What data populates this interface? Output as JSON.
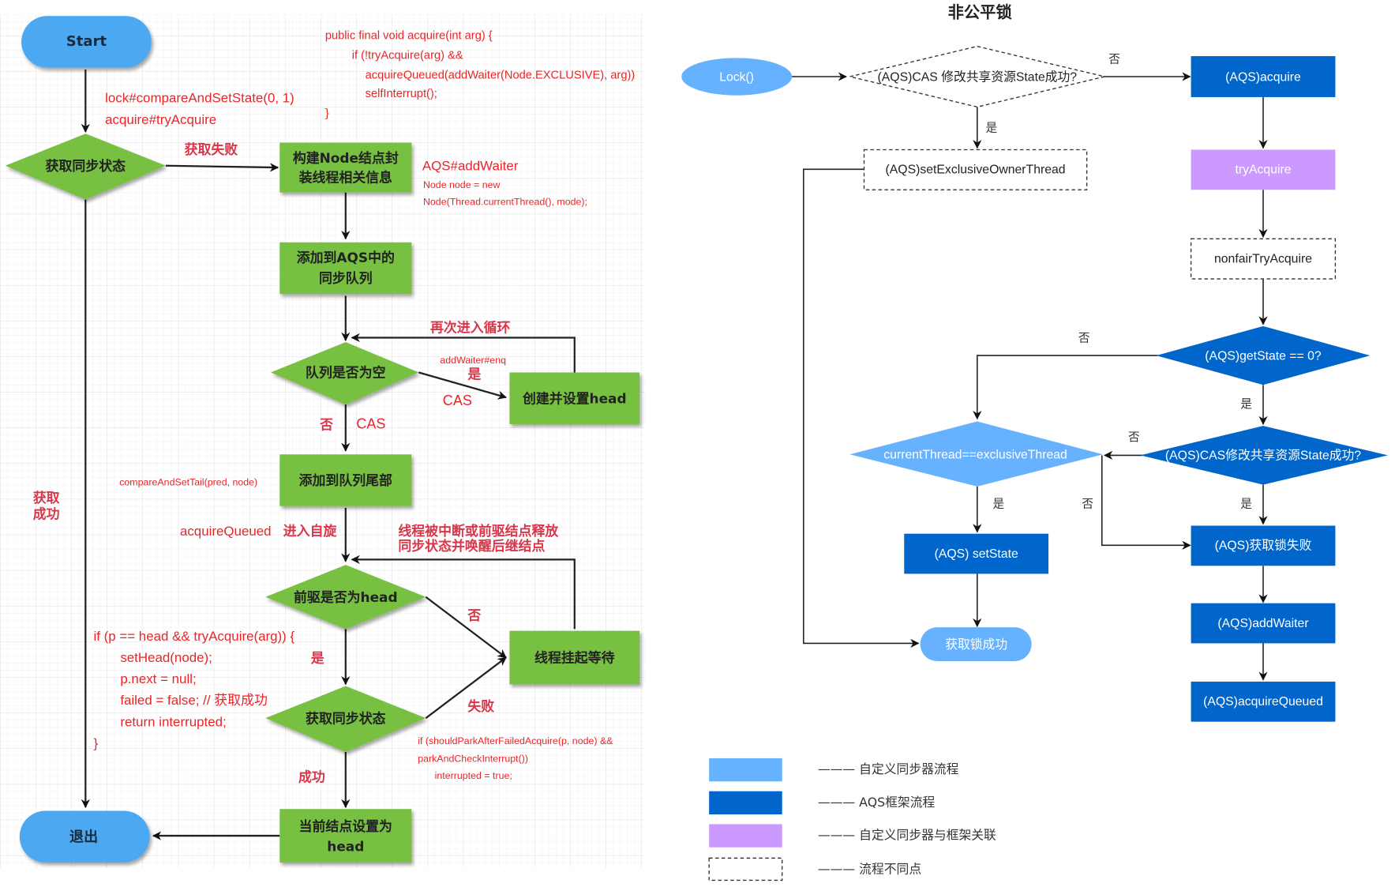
{
  "left_diagram": {
    "nodes": {
      "start": "Start",
      "get_sync_state_1": "获取同步状态",
      "build_node_line1": "构建Node结点封",
      "build_node_line2": "装线程相关信息",
      "add_to_queue_line1": "添加到AQS中的",
      "add_to_queue_line2": "同步队列",
      "queue_empty": "队列是否为空",
      "create_head": "创建并设置head",
      "add_to_tail": "添加到队列尾部",
      "pred_is_head": "前驱是否为head",
      "thread_park": "线程挂起等待",
      "get_sync_state_2": "获取同步状态",
      "set_head_line1": "当前结点设置为",
      "set_head_line2": "head",
      "exit": "退出"
    },
    "edge_labels": {
      "acquire_failed": "获取失败",
      "acquire_success_1": "获取",
      "acquire_success_2": "成功",
      "loop_again": "再次进入循环",
      "yes_1": "是",
      "cas_1": "CAS",
      "no_1": "否",
      "cas_2": "CAS",
      "spin": "进入自旋",
      "interrupt_line1": "线程被中断或前驱结点释放",
      "interrupt_line2": "同步状态并唤醒后继结点",
      "no_2": "否",
      "yes_2": "是",
      "fail": "失败",
      "success": "成功"
    },
    "notes": {
      "lock_cas": "lock#compareAndSetState(0, 1)",
      "acquire_try": "acquire#tryAcquire",
      "acquire_code": [
        "public final void acquire(int arg) {",
        "if (!tryAcquire(arg) &&",
        "acquireQueued(addWaiter(Node.EXCLUSIVE), arg))",
        "selfInterrupt();",
        "}"
      ],
      "add_waiter_title": "AQS#addWaiter",
      "add_waiter_code_1": "Node node = new",
      "add_waiter_code_2": "Node(Thread.currentThread(), mode);",
      "enq": "addWaiter#enq",
      "cas_tail": "compareAndSetTail(pred, node)",
      "acquire_queued": "acquireQueued",
      "loop_code": [
        "if (p == head && tryAcquire(arg)) {",
        "setHead(node);",
        "p.next = null;",
        "failed = false; // 获取成功",
        "return interrupted;",
        "}"
      ],
      "park_code": [
        "if (shouldParkAfterFailedAcquire(p, node) &&",
        "parkAndCheckInterrupt())",
        "interrupted = true;"
      ]
    }
  },
  "right_diagram": {
    "title": "非公平锁",
    "nodes": {
      "lock": "Lock()",
      "cas_decision": "(AQS)CAS 修改共享资源State成功?",
      "set_owner": "(AQS)setExclusiveOwnerThread",
      "acquire": "(AQS)acquire",
      "try_acquire": "tryAcquire",
      "nonfair_try_acquire": "nonfairTryAcquire",
      "get_state_zero": "(AQS)getState == 0?",
      "cas_decision_2": "(AQS)CAS修改共享资源State成功?",
      "current_is_exclusive": "currentThread==exclusiveThread",
      "set_state": "(AQS) setState",
      "acquire_failed": "(AQS)获取锁失败",
      "lock_success": "获取锁成功",
      "add_waiter": "(AQS)addWaiter",
      "acquire_queued": "(AQS)acquireQueued"
    },
    "edge_labels": {
      "no": "否",
      "yes": "是"
    },
    "legend": [
      {
        "swatch": "light-blue",
        "color": "#66b2ff",
        "label": "——— 自定义同步器流程"
      },
      {
        "swatch": "dark-blue",
        "color": "#0066cc",
        "label": "——— AQS框架流程"
      },
      {
        "swatch": "purple",
        "color": "#cc99ff",
        "label": "——— 自定义同步器与框架关联"
      },
      {
        "swatch": "dashed",
        "color": "#ffffff",
        "label": "——— 流程不同点"
      }
    ]
  },
  "colors": {
    "green_node": "#77c043",
    "start_blue": "#4ea8f2",
    "note_red": "#e8262a",
    "aqs_blue": "#0066cc",
    "custom_blue": "#66b2ff",
    "bridge_purple": "#cc99ff"
  }
}
